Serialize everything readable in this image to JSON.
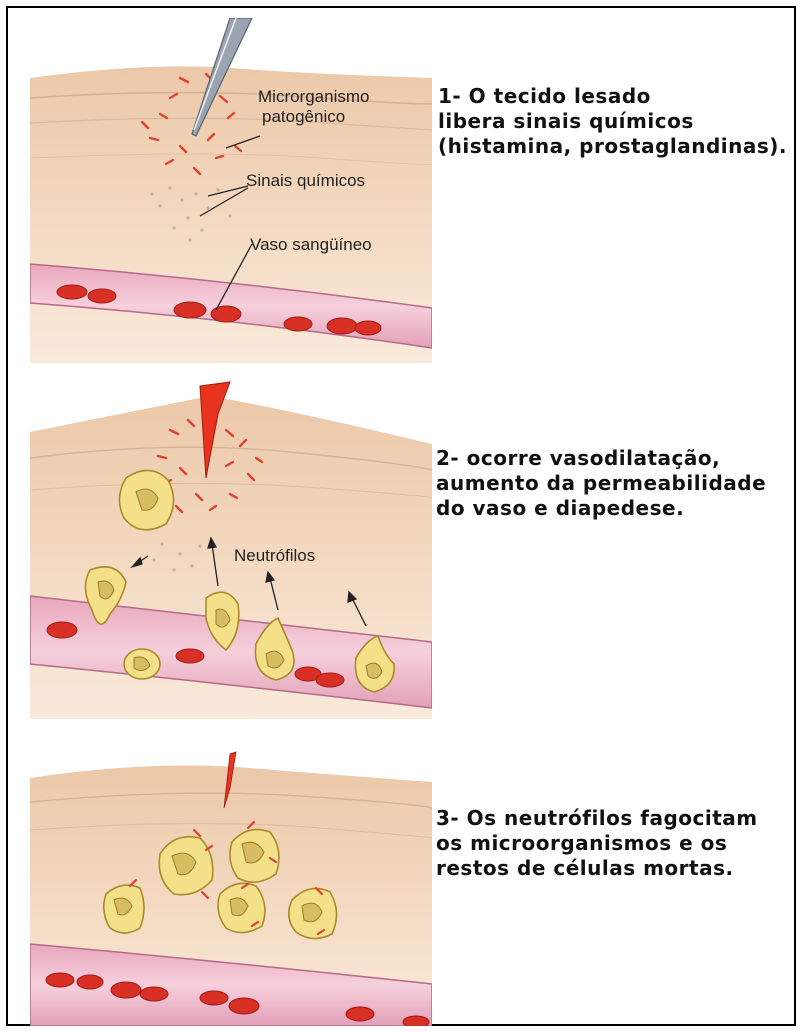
{
  "labels": {
    "microorganism_line1": "Microrganismo",
    "microorganism_line2": "patogênico",
    "chemical_signals": "Sinais químicos",
    "blood_vessel": "Vaso sangüíneo",
    "neutrophils": "Neutrófilos"
  },
  "steps": [
    {
      "lines": [
        "1- O tecido lesado",
        "libera sinais químicos",
        "(histamina, prostaglandinas)."
      ]
    },
    {
      "lines": [
        "2- ocorre vasodilatação,",
        "aumento da permeabilidade",
        "do vaso e diapedese."
      ]
    },
    {
      "lines": [
        "3- Os neutrófilos fagocitam",
        "os microorganismos e os",
        "restos de células mortas."
      ]
    }
  ],
  "colors": {
    "tissue": "#f0d3b8",
    "tissue_line": "#c99d7e",
    "vessel": "#f2c0d0",
    "vessel_edge": "#b46a88",
    "red_cell": "#d93025",
    "neutrophil": "#f5e08a",
    "neutrophil_edge": "#a88a2a",
    "needle": "#9aa5b1"
  }
}
